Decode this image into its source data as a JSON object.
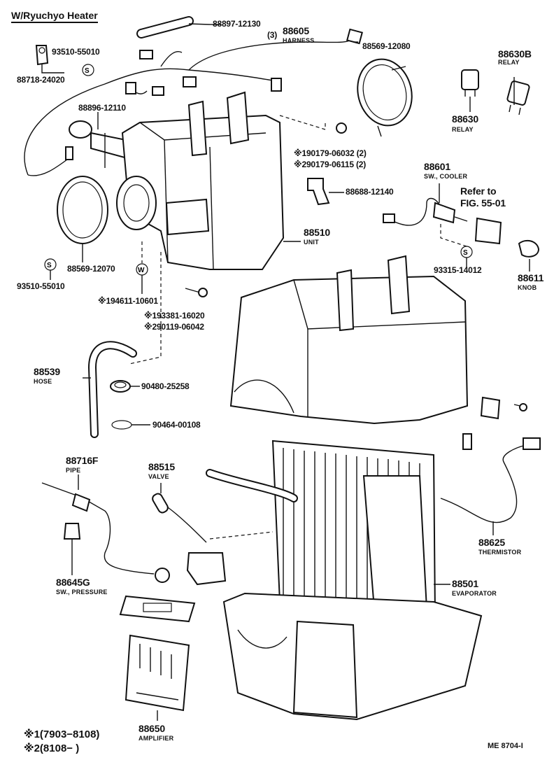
{
  "header": {
    "title": "W/Ryuchyo Heater"
  },
  "parts": {
    "p88897": "88897-12130",
    "p88605_qty": "(3)",
    "p88605": "88605",
    "p88605_name": "HARNESS",
    "p88569_12080": "88569-12080",
    "p88630B": "88630B",
    "p88630B_name": "RELAY",
    "p88630": "88630",
    "p88630_name": "RELAY",
    "p93510_top": "93510-55010",
    "p88718": "88718-24020",
    "p88896": "88896-12110",
    "p90179_1": "※190179-06032 (2)",
    "p90179_2": "※290179-06115 (2)",
    "p88688": "88688-12140",
    "p88601": "88601",
    "p88601_name": "SW., COOLER",
    "refer_1": "Refer to",
    "refer_2": "FIG. 55-01",
    "p88510": "88510",
    "p88510_name": "UNIT",
    "p88569_12070": "88569-12070",
    "p93510_bottom": "93510-55010",
    "p93315": "93315-14012",
    "p88611": "88611",
    "p88611_name": "KNOB",
    "p94611": "※194611-10601",
    "p93381": "※193381-16020",
    "p90119": "※290119-06042",
    "p88539": "88539",
    "p88539_name": "HOSE",
    "p90480": "90480-25258",
    "p90464": "90464-00108",
    "p88716F": "88716F",
    "p88716F_name": "PIPE",
    "p88515": "88515",
    "p88515_name": "VALVE",
    "p88625": "88625",
    "p88625_name": "THERMISTOR",
    "p88645G": "88645G",
    "p88645G_name": "SW., PRESSURE",
    "p88501": "88501",
    "p88501_name": "EVAPORATOR",
    "p88650": "88650",
    "p88650_name": "AMPLIFIER"
  },
  "legend": {
    "note1": "※1(7903−8108)",
    "note2": "※2(8108−      )"
  },
  "footer": {
    "ref_code": "ME 8704-I"
  }
}
